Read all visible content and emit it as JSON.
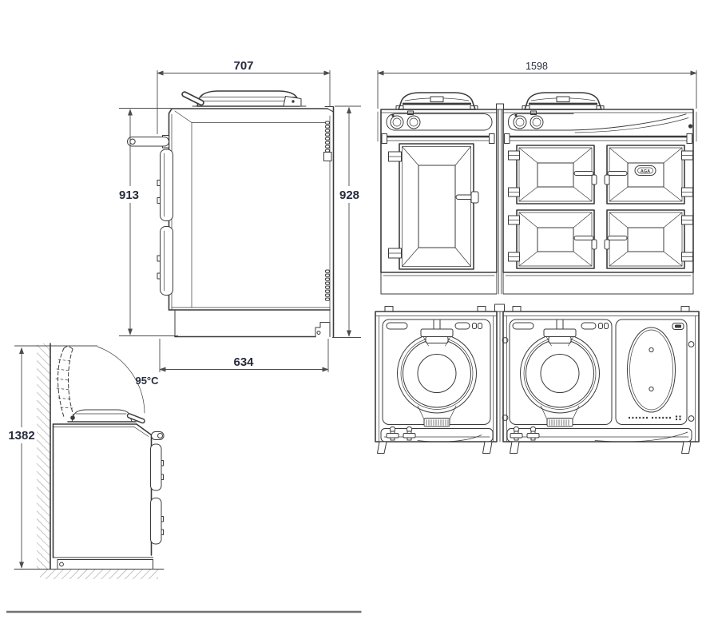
{
  "brand": {
    "name": "AGA"
  },
  "dimensions": {
    "side_top_width": "707",
    "side_height_left": "913",
    "side_height_right": "928",
    "side_bottom_width": "634",
    "front_width": "1598",
    "open_lid_height": "1382",
    "lid_temperature": "95°C"
  },
  "colors": {
    "line": "#3b3b3d",
    "dimension_line": "#4c4c4e",
    "dimension_text": "#272b3d",
    "background": "#ffffff",
    "hatch": "#97979a"
  }
}
